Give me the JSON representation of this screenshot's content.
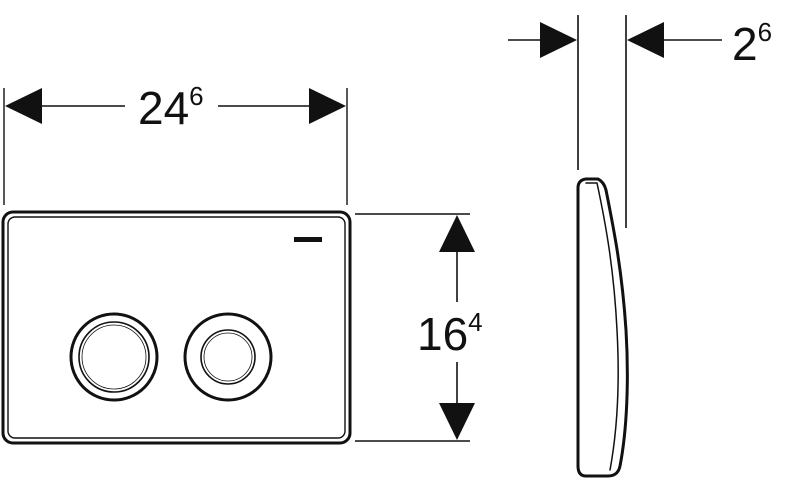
{
  "diagram": {
    "width_dimension": {
      "main": "24",
      "sup": "6"
    },
    "height_dimension": {
      "main": "16",
      "sup": "4"
    },
    "depth_dimension": {
      "main": "2",
      "sup": "6"
    }
  },
  "colors": {
    "ink": "#111111",
    "paper": "#ffffff"
  }
}
